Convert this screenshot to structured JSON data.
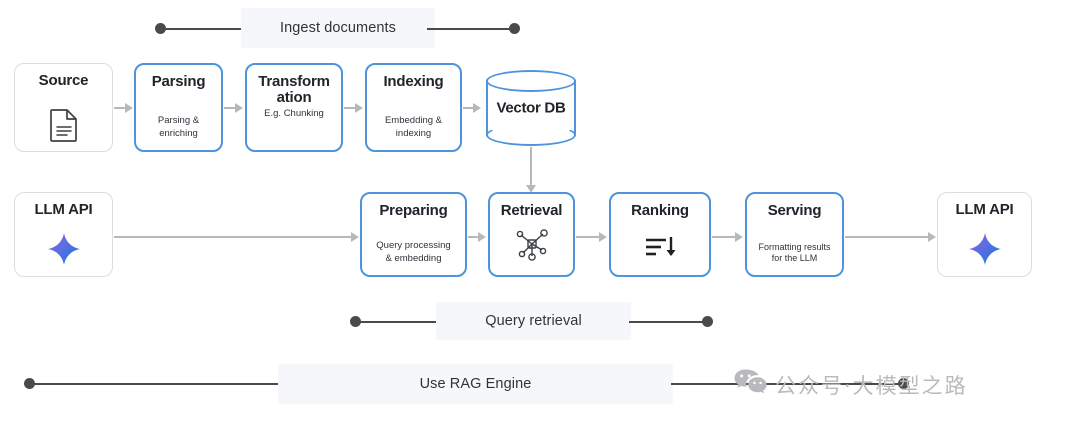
{
  "diagram": {
    "title": "RAG Engine pipeline",
    "colors": {
      "node_border_blue": "#4d94dd",
      "node_border_plain": "#dcdde0",
      "connector_gray": "#b6b8bb",
      "rail_dark": "#4a4a4d",
      "rail_label_bg": "#f6f7fa",
      "text_dark": "#21242a",
      "watermark_gray": "#b9babd",
      "sparkle_purple": "#7b5ce0",
      "sparkle_blue": "#2b78e4"
    }
  },
  "ingest_row": {
    "source": {
      "title": "Source",
      "icon": "document-icon"
    },
    "parsing": {
      "title": "Parsing",
      "subtitle": "Parsing &\nenriching"
    },
    "transformation": {
      "title": "Transform\nation",
      "subtitle": "E.g. Chunking"
    },
    "indexing": {
      "title": "Indexing",
      "subtitle": "Embedding &\nindexing"
    },
    "vector_db": {
      "title": "Vector DB",
      "shape": "cylinder"
    }
  },
  "query_row": {
    "llm_api_left": {
      "title": "LLM API",
      "icon": "sparkle-icon"
    },
    "preparing": {
      "title": "Preparing",
      "subtitle": "Query processing\n& embedding"
    },
    "retrieval": {
      "title": "Retrieval",
      "icon": "graph-network-icon"
    },
    "ranking": {
      "title": "Ranking",
      "icon": "sort-descending-icon"
    },
    "serving": {
      "title": "Serving",
      "subtitle": "Formatting results\nfor the LLM"
    },
    "llm_api_right": {
      "title": "LLM API",
      "icon": "sparkle-icon"
    }
  },
  "rails": [
    {
      "label": "Ingest documents"
    },
    {
      "label": "Query retrieval"
    },
    {
      "label": "Use RAG Engine"
    }
  ],
  "watermark": {
    "text": "公众号·大模型之路",
    "icon": "wechat-icon"
  }
}
